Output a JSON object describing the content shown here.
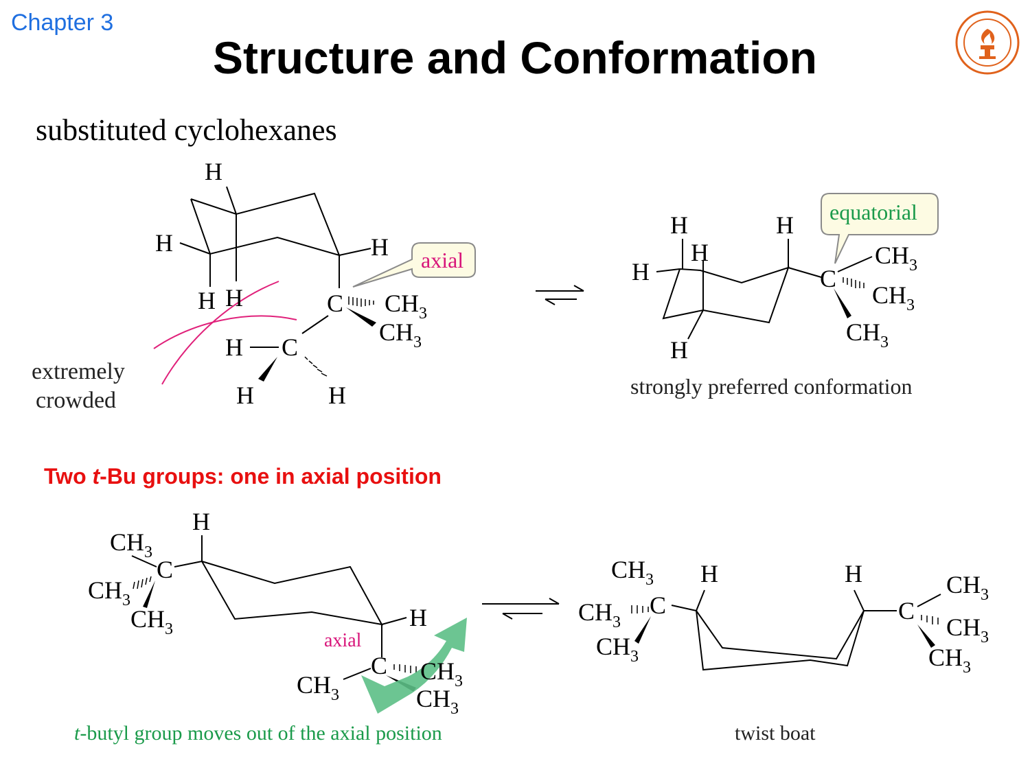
{
  "header": {
    "chapter": "Chapter 3",
    "title": "Structure and Conformation"
  },
  "section": {
    "heading": "substituted cyclohexanes"
  },
  "top_scheme": {
    "left": {
      "callout": "axial",
      "crowd_label_1": "extremely",
      "crowd_label_2": "crowded",
      "atoms": {
        "H": "H",
        "C": "C",
        "CH": "CH",
        "sub3": "3"
      }
    },
    "right": {
      "callout": "equatorial",
      "caption": "strongly preferred conformation"
    }
  },
  "note": {
    "prefix": "Two ",
    "italic": "t",
    "suffix": "-Bu groups: one in axial position"
  },
  "bottom_scheme": {
    "left": {
      "label_axial": "axial",
      "caption_italic": "t",
      "caption_rest": "-butyl group moves out of the axial position"
    },
    "right": {
      "caption": "twist boat"
    }
  },
  "colors": {
    "chapter": "#1f6fe0",
    "note": "#e81010",
    "axial_callout": "#d8157a",
    "equatorial_callout": "#1a9a4a",
    "callout_fill": "#fdfbe3",
    "arrow_green": "#5cbf86",
    "logo": "#e0621c"
  },
  "icons": {
    "logo": "university-seal-icon"
  }
}
